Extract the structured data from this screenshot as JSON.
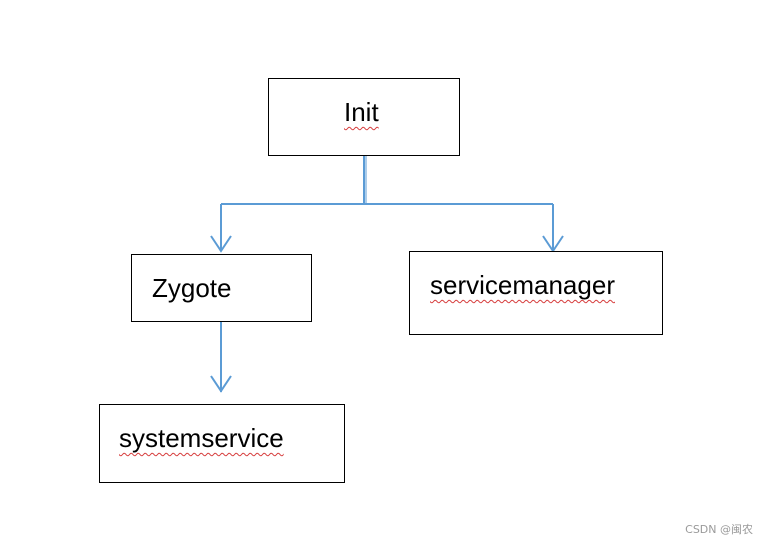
{
  "nodes": {
    "init": {
      "label": "Init"
    },
    "zygote": {
      "label": "Zygote"
    },
    "servicemanager": {
      "label": "servicemanager"
    },
    "systemservice": {
      "label": "systemservice"
    }
  },
  "edges": [
    {
      "from": "Init",
      "to": "Zygote"
    },
    {
      "from": "Init",
      "to": "servicemanager"
    },
    {
      "from": "Zygote",
      "to": "systemservice"
    }
  ],
  "colors": {
    "connector": "#5b9bd5",
    "box_border": "#000000",
    "spellcheck_underline": "#d63b3b"
  },
  "watermark": "CSDN @闽农"
}
